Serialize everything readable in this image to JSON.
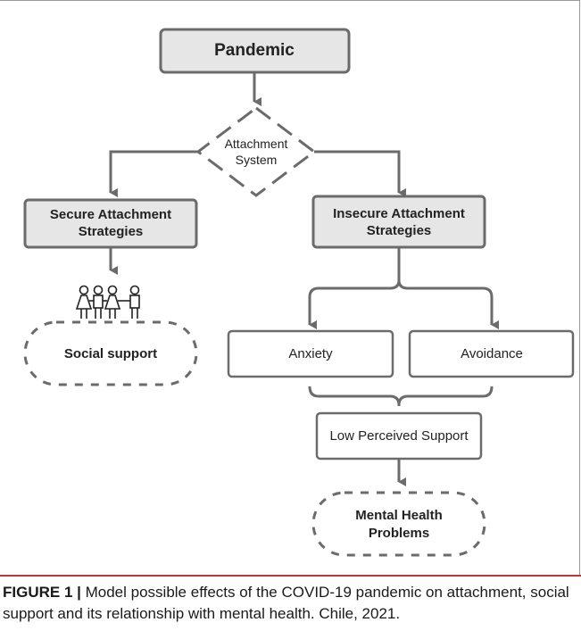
{
  "diagram": {
    "pandemic": "Pandemic",
    "attachment_line1": "Attachment",
    "attachment_line2": "System",
    "secure_line1": "Secure Attachment",
    "secure_line2": "Strategies",
    "insecure_line1": "Insecure Attachment",
    "insecure_line2": "Strategies",
    "social_support": "Social support",
    "anxiety": "Anxiety",
    "avoidance": "Avoidance",
    "low_perceived_support": "Low Perceived Support",
    "mental_health_line1": "Mental Health",
    "mental_health_line2": "Problems"
  },
  "caption": {
    "label": "FIGURE 1 |",
    "text": " Model possible effects of the COVID-19 pandemic on attachment, social support and its relationship with mental health. Chile, 2021."
  },
  "colors": {
    "box_fill": "#e6e6e6",
    "stroke": "#6b6b6b",
    "caption_rule": "#c0392b"
  },
  "icons": [
    "people-group-icon"
  ]
}
